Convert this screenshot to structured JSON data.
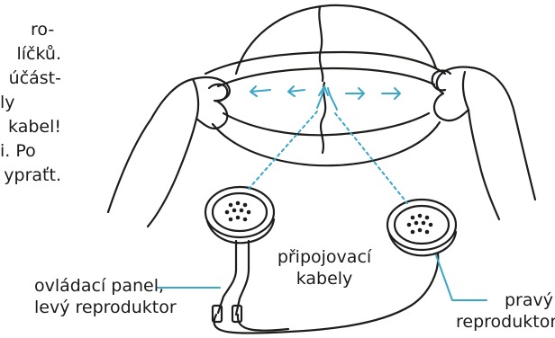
{
  "instructions": {
    "lines": [
      "ro-",
      "líčků.",
      "účást-",
      "ly",
      "kabel!",
      "i. Po",
      "ypraťt."
    ]
  },
  "labels": {
    "control_panel": [
      "ovládací panel,",
      "levý reproduktor"
    ],
    "cables": [
      "připojovací",
      "kabely"
    ],
    "right_speaker": [
      "pravý",
      "reproduktor"
    ]
  },
  "colors": {
    "line_art": "#1d1d1b",
    "accent": "#3aa6c8"
  }
}
